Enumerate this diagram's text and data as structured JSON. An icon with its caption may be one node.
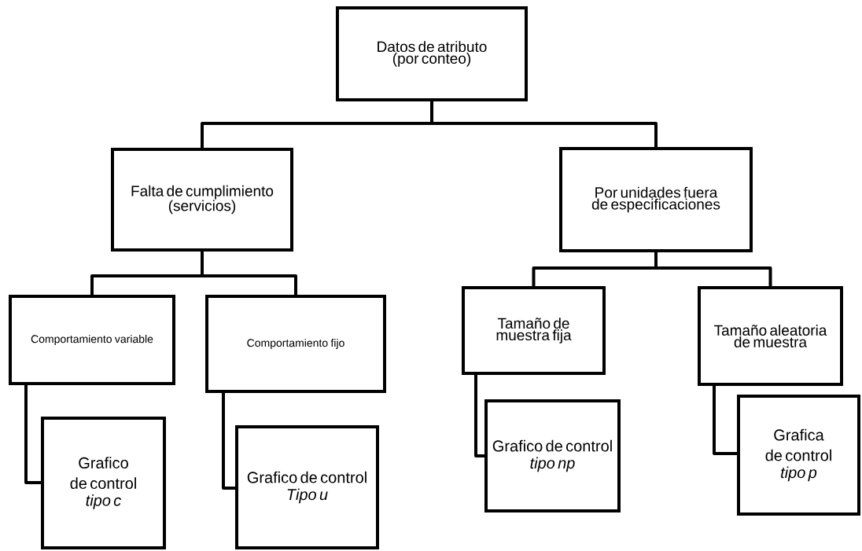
{
  "diagram": {
    "nodes": [
      {
        "text": [
          "Datos de atributo (por conteo)"
        ]
      },
      {
        "text": [
          "Falta de cumplimiento (servicios)"
        ]
      },
      {
        "text": [
          "Por unidades fuera de especificaciones"
        ]
      },
      {
        "text": [
          "Comportamiento variable"
        ]
      },
      {
        "text": [
          "Comportamiento fijo"
        ]
      },
      {
        "text": [
          "Tamaño de muestra fija"
        ]
      },
      {
        "text": [
          "Tamaño aleatoria de muestra"
        ]
      },
      {
        "text": [
          "Grafico de control",
          "tipo  c"
        ]
      },
      {
        "text": [
          "Grafico de control",
          "Tipo u"
        ]
      },
      {
        "text": [
          "Grafico de control",
          "tipo np"
        ]
      },
      {
        "text": [
          "Grafica de control",
          "tipo p"
        ]
      }
    ],
    "edges": [
      {
        "from": 0,
        "to": 1,
        "arrow": "none"
      },
      {
        "from": 0,
        "to": 2,
        "arrow": "none"
      },
      {
        "from": 1,
        "to": 3,
        "arrow": "none"
      },
      {
        "from": 1,
        "to": 4,
        "arrow": "none"
      },
      {
        "from": 2,
        "to": 5,
        "arrow": "none"
      },
      {
        "from": 2,
        "to": 6,
        "arrow": "none"
      },
      {
        "from": 3,
        "to": 7,
        "arrow": "none"
      },
      {
        "from": 4,
        "to": 8,
        "arrow": "none"
      },
      {
        "from": 5,
        "to": 9,
        "arrow": "none"
      },
      {
        "from": 6,
        "to": 10,
        "arrow": "none"
      }
    ]
  }
}
